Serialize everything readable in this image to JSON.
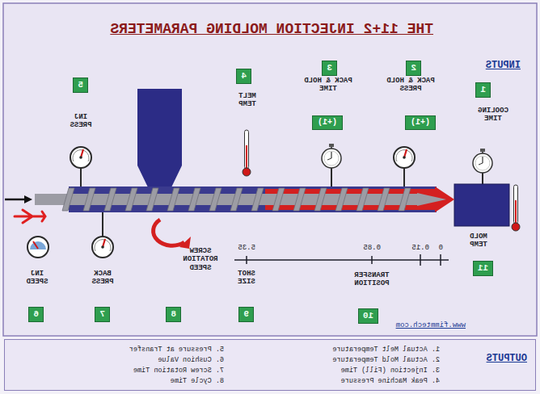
{
  "diagram": {
    "title": "THE 11+2 INJECTION MOLDING PARAMETERS",
    "nodes": [
      {
        "text": [
          "1"
        ]
      },
      {
        "text": [
          "2"
        ]
      },
      {
        "text": [
          "(+1)"
        ]
      },
      {
        "text": [
          "3"
        ]
      },
      {
        "text": [
          "(+1)"
        ]
      },
      {
        "text": [
          "4"
        ]
      },
      {
        "text": [
          "5"
        ]
      },
      {
        "text": [
          "6"
        ]
      },
      {
        "text": [
          "7"
        ]
      },
      {
        "text": [
          "8"
        ]
      },
      {
        "text": [
          "9"
        ]
      },
      {
        "text": [
          "10"
        ]
      },
      {
        "text": [
          "11"
        ]
      },
      {
        "text": [
          "OUTPUTS",
          "1. Actual Melt Temperature",
          "2. Actual Mold Temperature",
          "3. Injection (Fill) Time",
          "4. Peak Machine Pressure",
          "5. Pressure at Transfer",
          "6. Cushion Value",
          "7. Screw Rotation Time",
          "8. Cycle Time"
        ]
      }
    ],
    "labels": [
      "INPUTS",
      "COOLING TIME",
      "PACK & HOLD PRESS",
      "PACK & HOLD TIME",
      "MELT TEMP",
      "INJ PRESS",
      "MOLD TEMP",
      "INJ SPEED",
      "BACK PRESS",
      "SCREW ROTATION SPEED",
      "SHOT SIZE",
      "TRANSFER POSITION",
      "5.35",
      "0.85",
      "0.15",
      "0",
      "www.fimmtech.com"
    ]
  }
}
